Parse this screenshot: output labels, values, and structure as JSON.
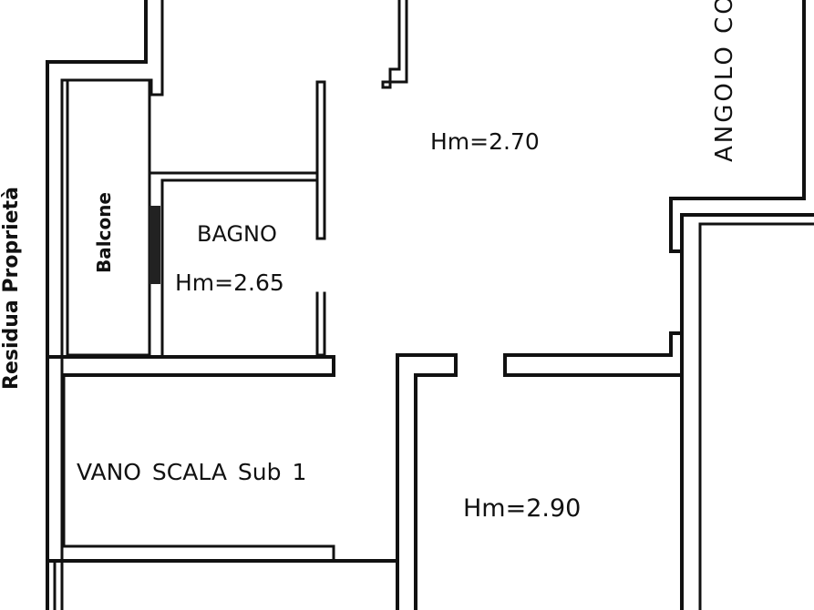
{
  "plan": {
    "margin_text": "Residua Proprietà",
    "rooms": {
      "balcone": "Balcone",
      "bagno_name": "BAGNO",
      "bagno_height": "Hm=2.65",
      "main_height": "Hm=2.70",
      "vano_scala": "VANO SCALA Sub 1",
      "lower_height": "Hm=2.90",
      "angolo": "ANGOLO CO"
    }
  }
}
